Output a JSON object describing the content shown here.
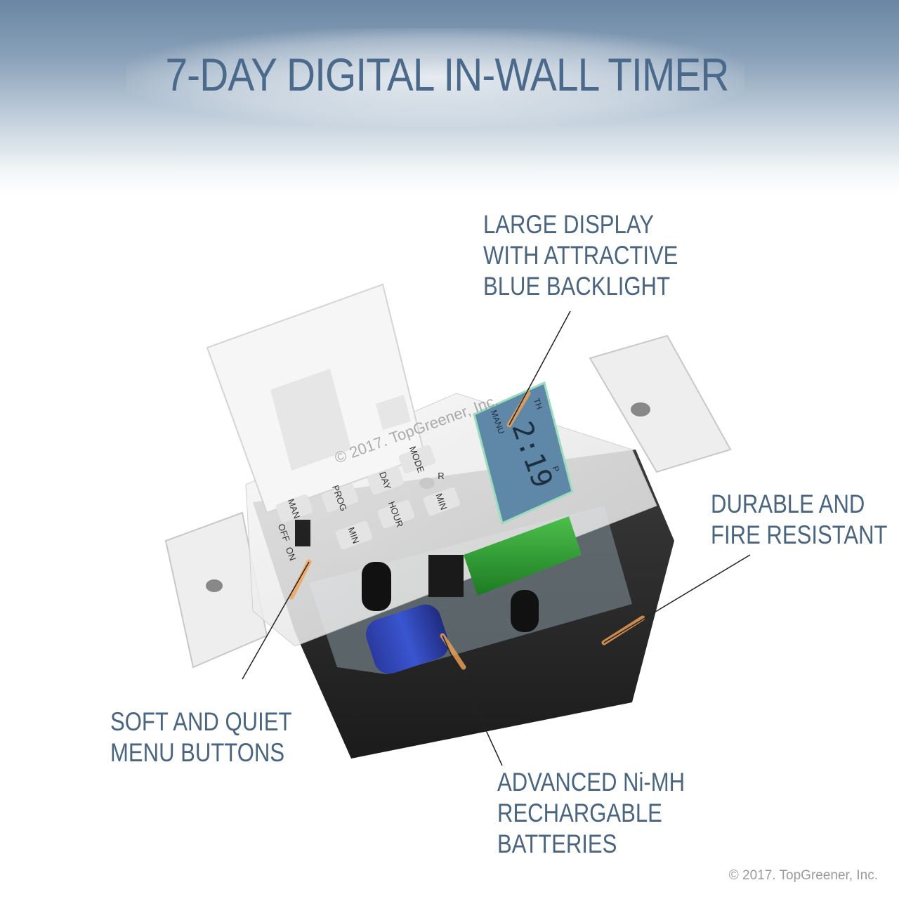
{
  "title": "7-DAY DIGITAL IN-WALL TIMER",
  "callouts": {
    "display": [
      "LARGE DISPLAY",
      "WITH ATTRACTIVE",
      "BLUE BACKLIGHT"
    ],
    "durable": [
      "DURABLE AND",
      "FIRE RESISTANT"
    ],
    "buttons": [
      "SOFT AND QUIET",
      "MENU BUTTONS"
    ],
    "batteries": [
      "ADVANCED Ni-MH",
      "RECHARGABLE",
      "BATTERIES"
    ]
  },
  "device": {
    "lcd_time": "2:19",
    "lcd_day": "TH",
    "lcd_mode": "MANU",
    "lcd_ampm": "P",
    "buttons": [
      "MODE",
      "DAY",
      "PROG",
      "MAN",
      "HOUR",
      "MIN",
      "MIN"
    ],
    "switch_off": "OFF",
    "switch_on": "ON",
    "reset": "R",
    "watermark": "© 2017. TopGreener, Inc."
  },
  "copyright": "© 2017. TopGreener, Inc.",
  "colors": {
    "title": "#4b6a8b",
    "label": "#4a6580",
    "lcd": "#5f87a8",
    "callout_glow": "#f0a050"
  }
}
